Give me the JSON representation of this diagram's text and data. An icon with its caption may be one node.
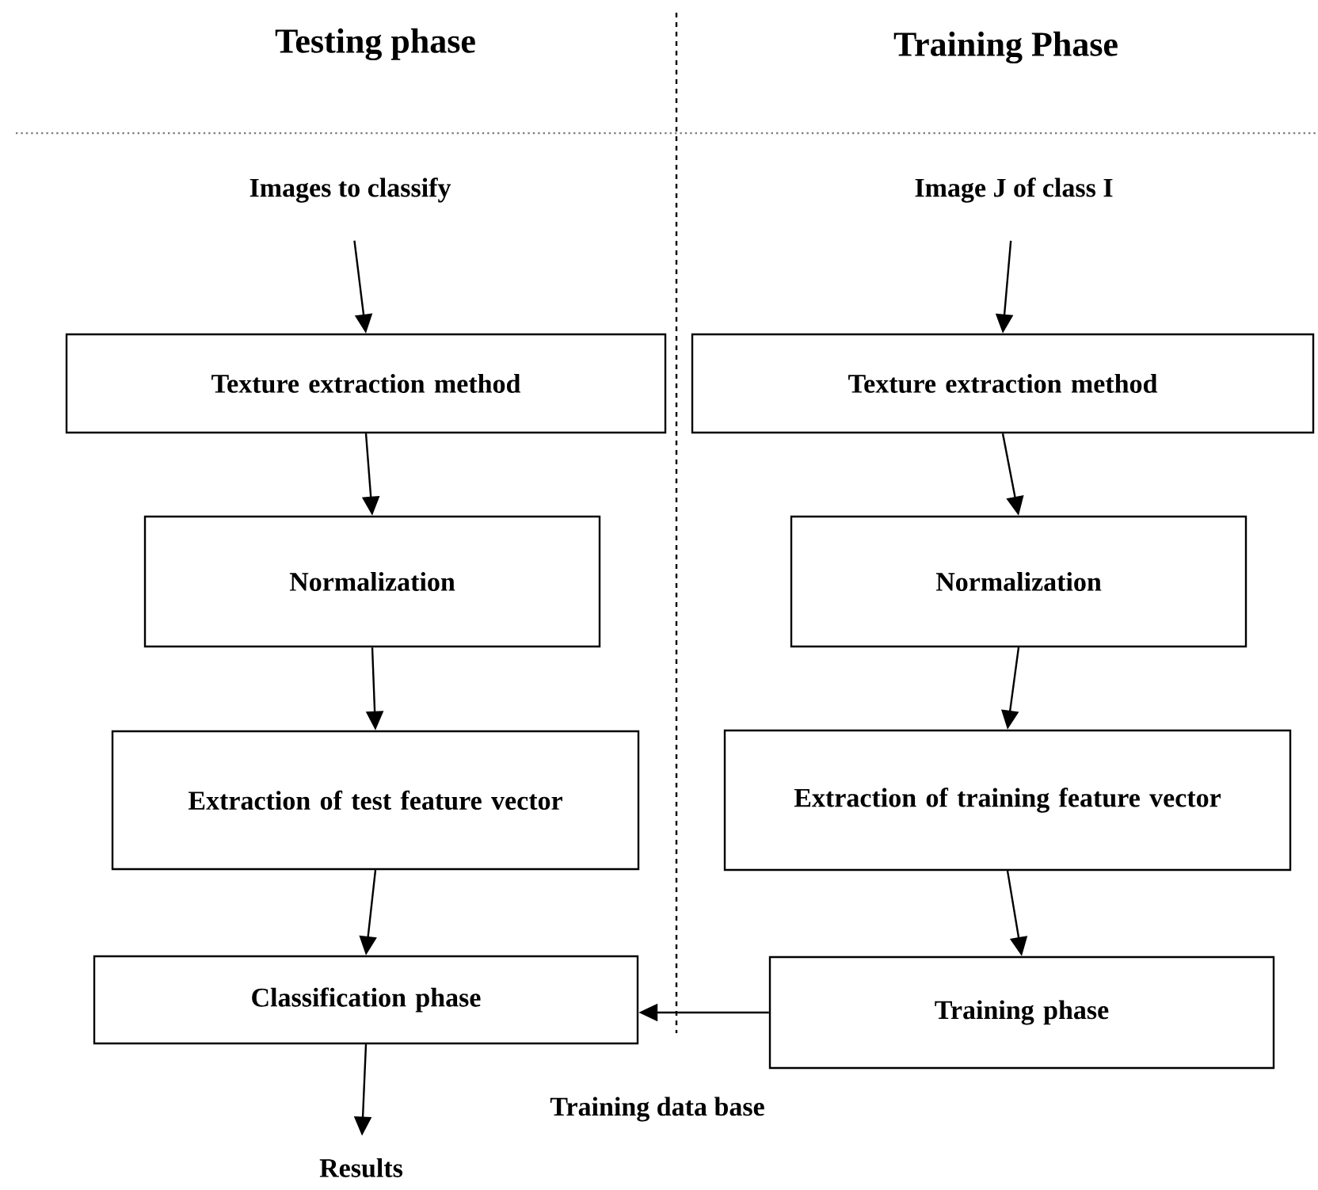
{
  "diagram": {
    "nodes": [
      {
        "text": [
          "Images to classify"
        ]
      },
      {
        "text": [
          "Texture extraction method"
        ]
      },
      {
        "text": [
          "Normalization"
        ]
      },
      {
        "text": [
          "Extraction of test feature vector"
        ]
      },
      {
        "text": [
          "Classification phase"
        ]
      },
      {
        "text": [
          "Results"
        ]
      },
      {
        "text": [
          "Image J of class I"
        ]
      },
      {
        "text": [
          "Texture extraction method"
        ]
      },
      {
        "text": [
          "Normalization"
        ]
      },
      {
        "text": [
          "Extraction of training feature vector"
        ]
      },
      {
        "text": [
          "Training phase"
        ]
      }
    ],
    "edges": [
      {
        "from": 0,
        "to": 1,
        "arrow": "to"
      },
      {
        "from": 1,
        "to": 2,
        "arrow": "to"
      },
      {
        "from": 2,
        "to": 3,
        "arrow": "to"
      },
      {
        "from": 3,
        "to": 4,
        "arrow": "to"
      },
      {
        "from": 4,
        "to": 5,
        "arrow": "to"
      },
      {
        "from": 6,
        "to": 7,
        "arrow": "to"
      },
      {
        "from": 7,
        "to": 8,
        "arrow": "to"
      },
      {
        "from": 8,
        "to": 9,
        "arrow": "to"
      },
      {
        "from": 9,
        "to": 10,
        "arrow": "to"
      },
      {
        "from": 10,
        "to": 4,
        "arrow": "to"
      }
    ],
    "labels": [
      "Testing phase",
      "Training Phase",
      "Training data base"
    ]
  }
}
